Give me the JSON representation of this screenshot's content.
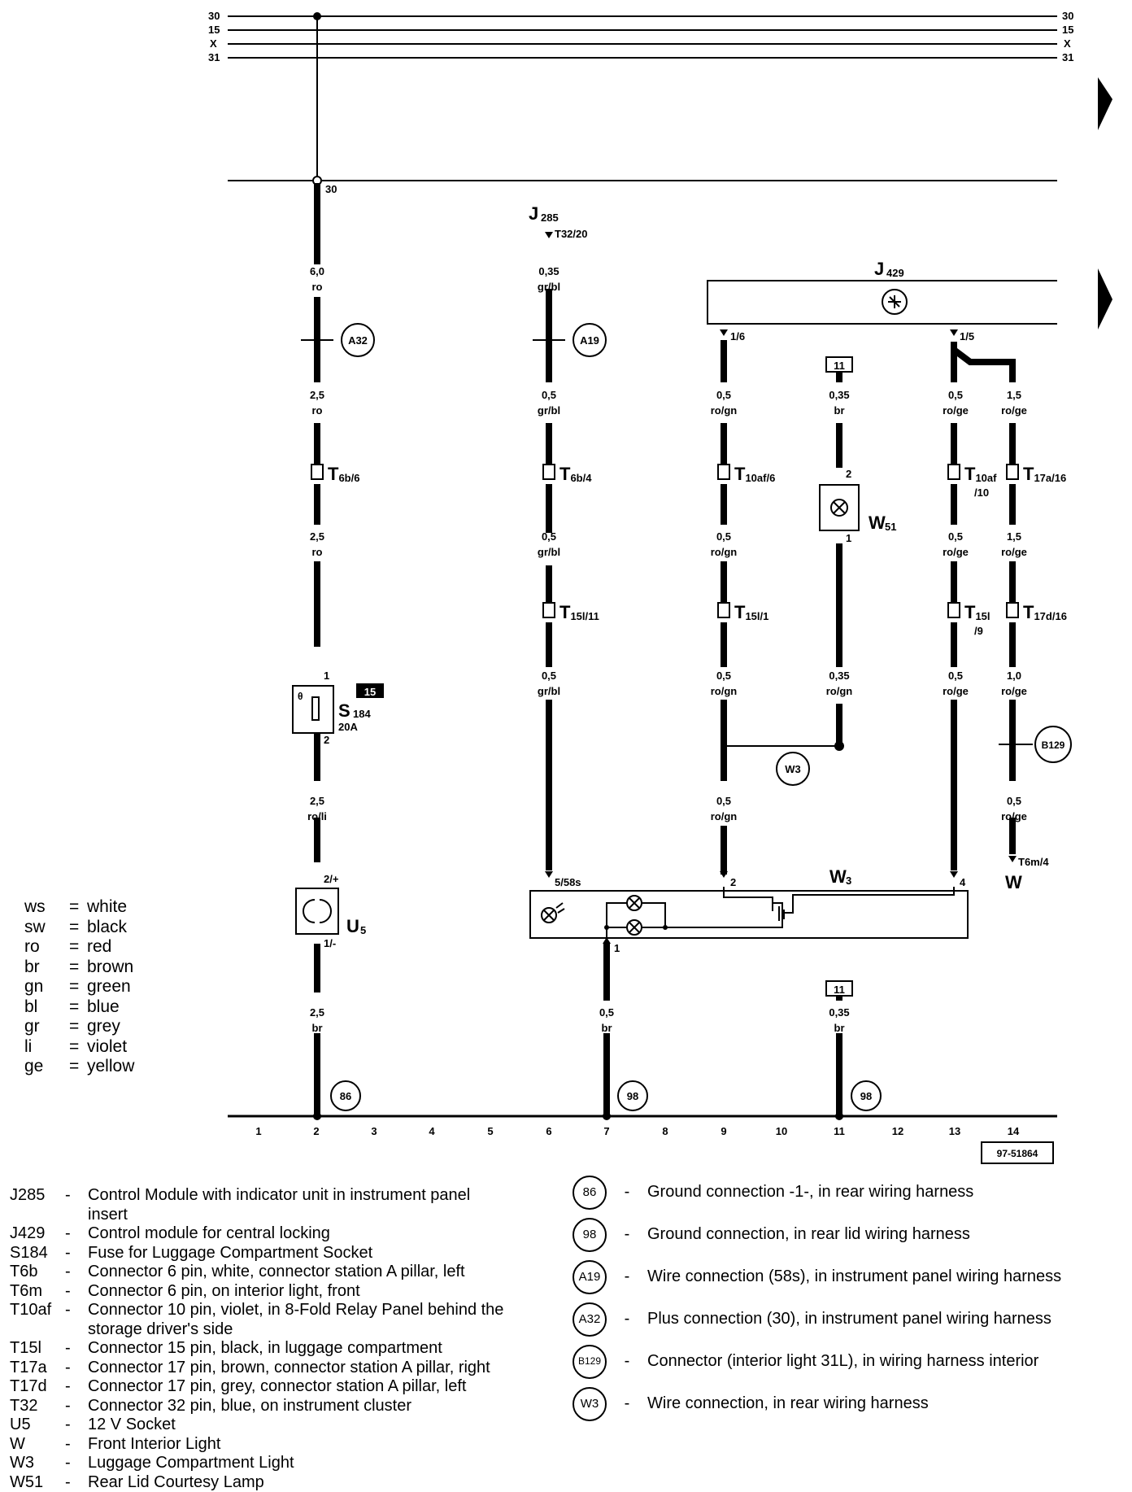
{
  "rails": {
    "r30": "30",
    "r15": "15",
    "rX": "X",
    "r31": "31"
  },
  "tap30": "30",
  "doc_number": "97-51864",
  "columns": [
    "1",
    "2",
    "3",
    "4",
    "5",
    "6",
    "7",
    "8",
    "9",
    "10",
    "11",
    "12",
    "13",
    "14"
  ],
  "components": {
    "J285": "J",
    "J285_sub": "285",
    "J285_pin": "T32/20",
    "J429": "J",
    "J429_sub": "429",
    "J429_pin1": "1/6",
    "J429_pin2": "1/5",
    "S184": "S",
    "S184_sub": "184",
    "S184_rating": "20A",
    "S184_fuse": "15",
    "S184_p1": "1",
    "S184_p2": "2",
    "U5": "U",
    "U5_sub": "5",
    "U5_p1": "2/+",
    "U5_p2": "1/-",
    "W51": "W",
    "W51_sub": "51",
    "W51_p2": "2",
    "W51_p1": "1",
    "W3": "W",
    "W3_sub": "3",
    "W3_pin_a": "5/58s",
    "W3_pin_b": "2",
    "W3_pin_c": "4",
    "W3_pin_d": "1",
    "W": "W",
    "W_pin": "T6m/4",
    "box11": "11"
  },
  "connectors": {
    "c2a": "T",
    "c2a_sub": "6b/6",
    "c6a": "T",
    "c6a_sub": "6b/4",
    "c6b": "T",
    "c6b_sub": "15l/11",
    "c9a": "T",
    "c9a_sub": "10af/6",
    "c9b": "T",
    "c9b_sub": "15l/1",
    "c13a": "T",
    "c13a_sub": "10af",
    "c13a_sub2": "/10",
    "c13b": "T",
    "c13b_sub": "15l",
    "c13b_sub2": "/9",
    "c14a": "T",
    "c14a_sub": "17a/16",
    "c14b": "T",
    "c14b_sub": "17d/16"
  },
  "circles": {
    "A32": "A32",
    "A19": "A19",
    "W3": "W3",
    "B129": "B129",
    "g86": "86",
    "g98a": "98",
    "g98b": "98"
  },
  "wires": {
    "c2": [
      [
        "6,0",
        "ro"
      ],
      [
        "2,5",
        "ro"
      ],
      [
        "2,5",
        "ro"
      ],
      [
        "2,5",
        "ro/li"
      ],
      [
        "2,5",
        "br"
      ]
    ],
    "c6": [
      [
        "0,35",
        "gr/bl"
      ],
      [
        "0,5",
        "gr/bl"
      ],
      [
        "0,5",
        "gr/bl"
      ],
      [
        "0,5",
        "gr/bl"
      ]
    ],
    "c7": [
      [
        "0,5",
        "br"
      ]
    ],
    "c9": [
      [
        "0,5",
        "ro/gn"
      ],
      [
        "0,5",
        "ro/gn"
      ],
      [
        "0,5",
        "ro/gn"
      ],
      [
        "0,5",
        "ro/gn"
      ]
    ],
    "c11": [
      [
        "0,35",
        "br"
      ],
      [
        "0,35",
        "ro/gn"
      ],
      [
        "0,35",
        "br"
      ]
    ],
    "c13": [
      [
        "0,5",
        "ro/ge"
      ],
      [
        "0,5",
        "ro/ge"
      ],
      [
        "0,5",
        "ro/ge"
      ]
    ],
    "c14": [
      [
        "1,5",
        "ro/ge"
      ],
      [
        "1,5",
        "ro/ge"
      ],
      [
        "1,0",
        "ro/ge"
      ],
      [
        "0,5",
        "ro/ge"
      ]
    ]
  },
  "color_legend": [
    {
      "code": "ws",
      "eq": "=",
      "name": "white"
    },
    {
      "code": "sw",
      "eq": "=",
      "name": "black"
    },
    {
      "code": "ro",
      "eq": "=",
      "name": "red"
    },
    {
      "code": "br",
      "eq": "=",
      "name": "brown"
    },
    {
      "code": "gn",
      "eq": "=",
      "name": "green"
    },
    {
      "code": "bl",
      "eq": "=",
      "name": "blue"
    },
    {
      "code": "gr",
      "eq": "=",
      "name": "grey"
    },
    {
      "code": "li",
      "eq": "=",
      "name": "violet"
    },
    {
      "code": "ge",
      "eq": "=",
      "name": "yellow"
    }
  ],
  "component_legend": [
    {
      "code": "J285",
      "dash": "-",
      "text": "Control Module with indicator unit in instrument panel"
    },
    {
      "code": "",
      "dash": "",
      "text": "insert"
    },
    {
      "code": "J429",
      "dash": "-",
      "text": "Control module for central locking"
    },
    {
      "code": "S184",
      "dash": "-",
      "text": "Fuse for Luggage Compartment Socket"
    },
    {
      "code": "T6b",
      "dash": "-",
      "text": "Connector 6 pin, white, connector station A pillar, left"
    },
    {
      "code": "T6m",
      "dash": "-",
      "text": "Connector 6 pin, on interior light, front"
    },
    {
      "code": "T10af",
      "dash": "-",
      "text": "Connector 10 pin, violet, in 8-Fold Relay Panel behind the"
    },
    {
      "code": "",
      "dash": "",
      "text": "storage driver's side"
    },
    {
      "code": "T15l",
      "dash": "-",
      "text": "Connector 15 pin, black, in luggage compartment"
    },
    {
      "code": "T17a",
      "dash": "-",
      "text": "Connector 17 pin, brown, connector station A pillar, right"
    },
    {
      "code": "T17d",
      "dash": "-",
      "text": "Connector 17 pin, grey, connector station A pillar, left"
    },
    {
      "code": "T32",
      "dash": "-",
      "text": "Connector 32 pin, blue, on  instrument cluster"
    },
    {
      "code": "U5",
      "dash": "-",
      "text": "12 V Socket"
    },
    {
      "code": "W",
      "dash": "-",
      "text": "Front Interior Light"
    },
    {
      "code": "W3",
      "dash": "-",
      "text": "Luggage Compartment Light"
    },
    {
      "code": "W51",
      "dash": "-",
      "text": "Rear Lid Courtesy Lamp"
    }
  ],
  "connection_legend": [
    {
      "id": "86",
      "dash": "-",
      "text": "Ground connection -1-, in rear wiring harness"
    },
    {
      "id": "98",
      "dash": "-",
      "text": "Ground connection, in rear lid wiring harness"
    },
    {
      "id": "A19",
      "dash": "-",
      "text": "Wire connection (58s), in instrument panel wiring harness"
    },
    {
      "id": "A32",
      "dash": "-",
      "text": "Plus connection (30), in instrument panel wiring harness"
    },
    {
      "id": "B129",
      "dash": "-",
      "text": "Connector (interior light 31L), in wiring harness interior"
    },
    {
      "id": "W3",
      "dash": "-",
      "text": "Wire connection, in rear wiring harness"
    }
  ]
}
